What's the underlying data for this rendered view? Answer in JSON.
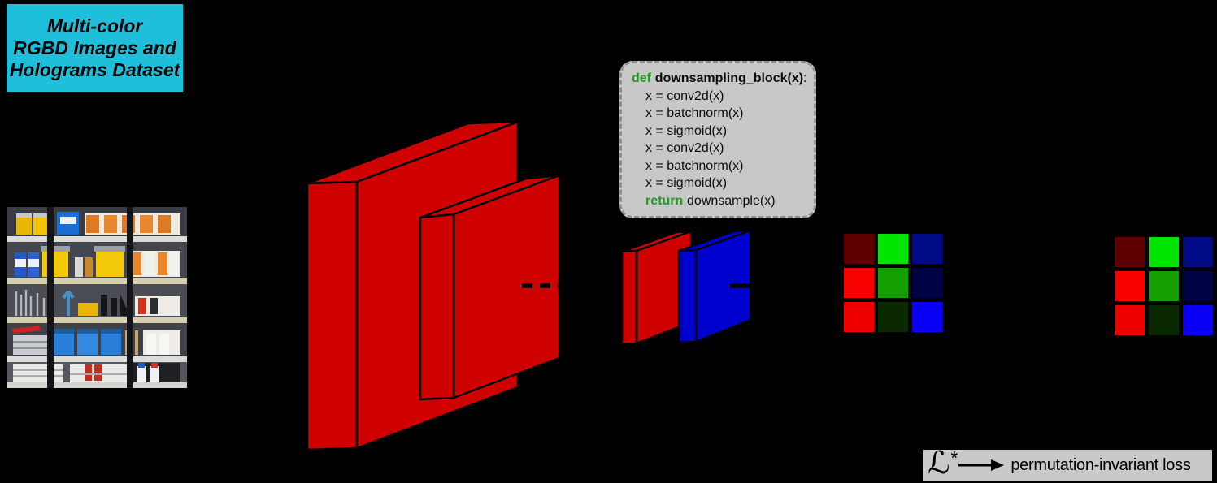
{
  "title_box": {
    "lines": [
      "Multi-color",
      "RGBD Images and",
      "Holograms Dataset"
    ]
  },
  "colors": {
    "background": "#000000",
    "title_bg": "#1FBFDB",
    "block_red": "#CE0000",
    "block_blue": "#0000CE",
    "outline": "#000000",
    "code_bg": "#C8C8C8",
    "keyword_green": "#1E9E1E",
    "loss_bg": "#C9C9C9"
  },
  "code_box": {
    "def_keyword": "def",
    "signature": "downsampling_block(x)",
    "colon": ":",
    "body": [
      "x = conv2d(x)",
      "x = batchnorm(x)",
      "x = sigmoid(x)",
      "x = conv2d(x)",
      "x = batchnorm(x)",
      "x = sigmoid(x)"
    ],
    "return_keyword": "return",
    "return_expr": "downsample(x)"
  },
  "feature_grids": {
    "rows": 3,
    "cols": 3,
    "cell_colors": [
      "#5E0000",
      "#00E600",
      "#000A85",
      "#F70000",
      "#14A000",
      "#020347",
      "#EE0000",
      "#0A2900",
      "#0A00F5"
    ]
  },
  "loss_box": {
    "symbol": "ℒ",
    "superscript": "*",
    "label": "permutation-invariant loss"
  }
}
